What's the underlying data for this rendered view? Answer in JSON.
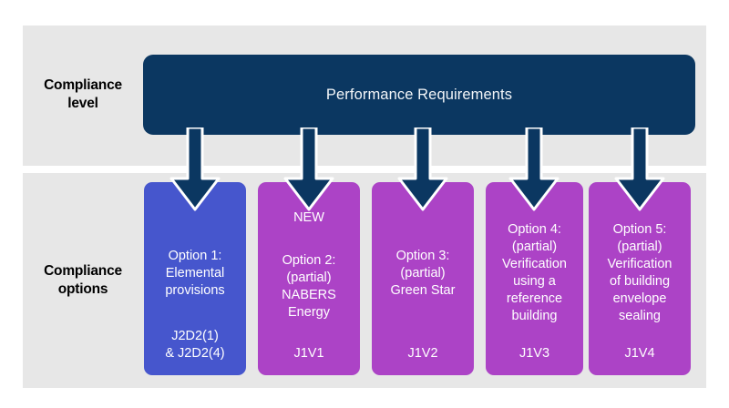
{
  "diagram": {
    "rows": [
      {
        "id": "compliance-level",
        "label": "Compliance\nlevel"
      },
      {
        "id": "compliance-options",
        "label": "Compliance\noptions"
      }
    ],
    "performance_bar": {
      "title": "Performance Requirements",
      "color": "#0b3761",
      "text_color": "#f2f5f8"
    },
    "band_color": "#e7e7e7",
    "arrow_color": "#0b3761",
    "arrow_outline_color": "#ffffff",
    "arrow_count": 5,
    "options": [
      {
        "badge": "",
        "title": "Option 1:\nElemental\nprovisions",
        "code": "J2D2(1)\n& J2D2(4)",
        "color": "#4656cd"
      },
      {
        "badge": "NEW",
        "title": "Option 2:\n(partial)\nNABERS\nEnergy",
        "code": "J1V1",
        "color": "#ac43c6"
      },
      {
        "badge": "",
        "title": "Option 3:\n(partial)\nGreen Star",
        "code": "J1V2",
        "color": "#ac43c6"
      },
      {
        "badge": "",
        "title": "Option 4:\n(partial)\nVerification\nusing a\nreference\nbuilding",
        "code": "J1V3",
        "color": "#ac43c6"
      },
      {
        "badge": "",
        "title": "Option 5:\n(partial)\nVerification\nof building\nenvelope\nsealing",
        "code": "J1V4",
        "color": "#ac43c6"
      }
    ]
  }
}
